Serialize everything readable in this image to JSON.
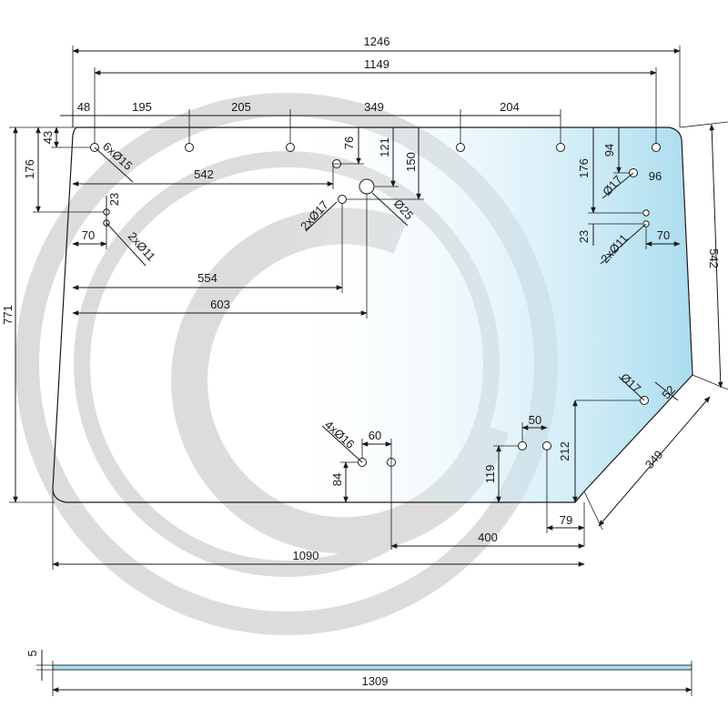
{
  "drawing": {
    "overall_width": "1246",
    "top_hole_span": "1149",
    "hole_spacing": [
      "48",
      "195",
      "205",
      "349",
      "204"
    ],
    "left": {
      "height_total": "771",
      "d43": "43",
      "d176": "176",
      "d542_horizontal": "542",
      "d23": "23",
      "d70": "70",
      "holes_6": "6xØ15",
      "holes_2": "2xØ11",
      "d554": "554",
      "d603": "603"
    },
    "center": {
      "d76": "76",
      "d121": "121",
      "d150": "150",
      "holes_2x17": "2xØ17",
      "hole_25": "Ø25"
    },
    "right": {
      "d94": "94",
      "d176": "176",
      "d96": "96",
      "hole_17_upper": "Ø17",
      "d23": "23",
      "holes_2x11": "2xØ11",
      "d70": "70",
      "d542_vertical": "542",
      "hole_17_lower": "Ø17",
      "d52": "52",
      "d349": "349",
      "d212": "212",
      "d79": "79"
    },
    "bottom": {
      "holes_4x16": "4xØ16",
      "d60": "60",
      "d84": "84",
      "d50": "50",
      "d119": "119",
      "d400": "400",
      "d1090": "1090"
    },
    "side_view": {
      "thickness": "5",
      "length": "1309"
    }
  },
  "colors": {
    "glass_tint": "#a9dcef",
    "line": "#1a1a1a",
    "watermark": "#dcdcdc"
  }
}
